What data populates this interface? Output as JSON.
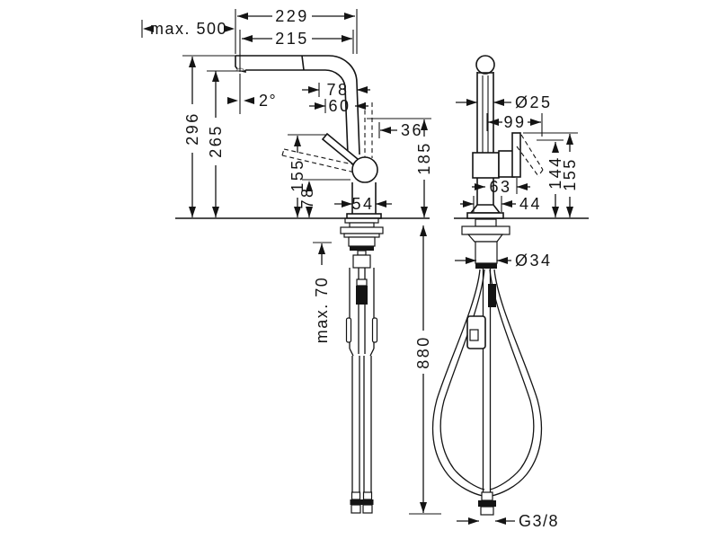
{
  "drawing": {
    "dims": {
      "pullout_max": "max. 500",
      "reach_outer": "229",
      "reach_inner": "215",
      "spout_angle": "2°",
      "total_height": "296",
      "spout_height": "265",
      "spout_offset_a": "78",
      "spout_offset_b": "60",
      "hose_offset": "36",
      "lever_height": "155",
      "lever_low_height": "78",
      "body_width": "54",
      "outlet_clearance": "185",
      "max_deck_thickness": "max. 70",
      "column_diameter": "Ø25",
      "handle_reach": "99",
      "handle_pivot_height": "144",
      "handle_top_height": "155",
      "body_front_width": "63",
      "base_width": "44",
      "shank_diameter": "Ø34",
      "hose_length": "880",
      "thread_size": "G3/8"
    }
  }
}
